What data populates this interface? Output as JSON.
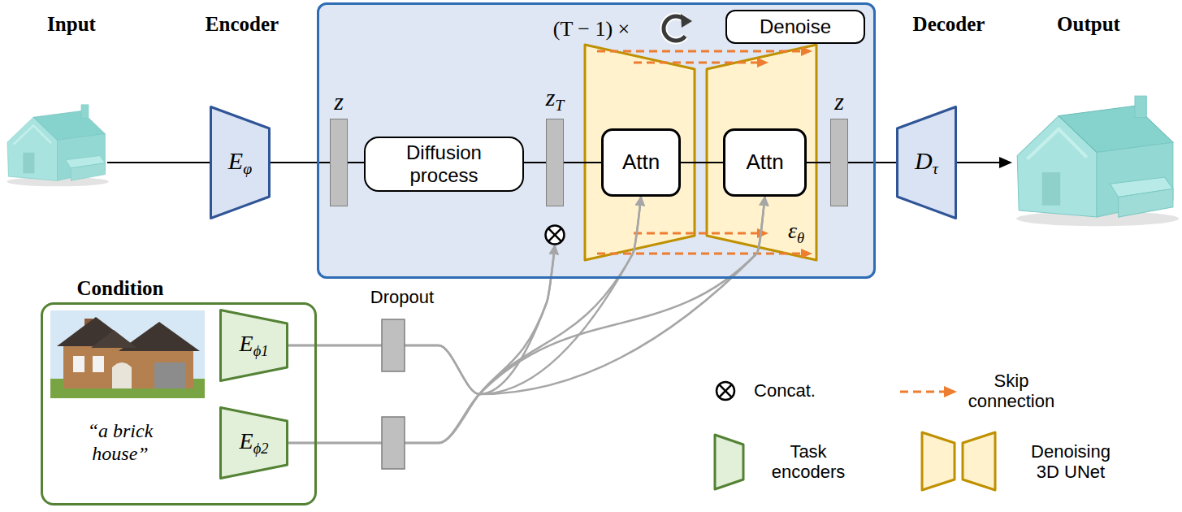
{
  "diagram": {
    "nodes": [
      {
        "text": [
          "Eφ"
        ]
      },
      {
        "text": [
          "(T − 1) ×"
        ]
      },
      {
        "text": [
          "Denoise"
        ],
        "in": 1
      },
      {
        "text": [
          "z"
        ],
        "in": 1
      },
      {
        "text": [
          "Diffusion process"
        ],
        "in": 1
      },
      {
        "text": [
          "zT"
        ],
        "in": 1
      },
      {
        "text": [
          "Attn"
        ],
        "in": 1
      },
      {
        "text": [
          "Attn"
        ],
        "in": 1
      },
      {
        "text": [
          "z"
        ],
        "in": 1
      },
      {
        "text": [
          "Dτ"
        ]
      },
      {
        "text": [
          "Condition",
          "“a brick house”"
        ]
      },
      {
        "text": [
          "Eϕ1"
        ],
        "in": 10
      },
      {
        "text": [
          "Eϕ2"
        ],
        "in": 10
      }
    ],
    "edges": [
      {
        "from": 0,
        "to": 3,
        "arrow": "none"
      },
      {
        "from": 3,
        "to": 4,
        "arrow": "none"
      },
      {
        "from": 4,
        "to": 5,
        "arrow": "none"
      },
      {
        "from": 5,
        "to": 6,
        "arrow": "none"
      },
      {
        "from": 6,
        "to": 7,
        "arrow": "none"
      },
      {
        "from": 7,
        "to": 8,
        "arrow": "none"
      },
      {
        "from": 8,
        "to": 9,
        "arrow": "none"
      },
      {
        "from": 11,
        "to": 5,
        "arrow": "to"
      },
      {
        "from": 11,
        "to": 6,
        "arrow": "to"
      },
      {
        "from": 11,
        "to": 7,
        "arrow": "to"
      },
      {
        "from": 12,
        "to": 5,
        "arrow": "to"
      },
      {
        "from": 12,
        "to": 6,
        "arrow": "to"
      },
      {
        "from": 12,
        "to": 7,
        "arrow": "to"
      }
    ],
    "labels": [
      "Input",
      "Encoder",
      "Decoder",
      "Output",
      "εθ",
      "Dropout"
    ],
    "legend": [
      {
        "text": "Concat."
      },
      {
        "text": "Skip connection"
      },
      {
        "text": "Task encoders"
      },
      {
        "text": "Denoising 3D UNet"
      }
    ]
  }
}
